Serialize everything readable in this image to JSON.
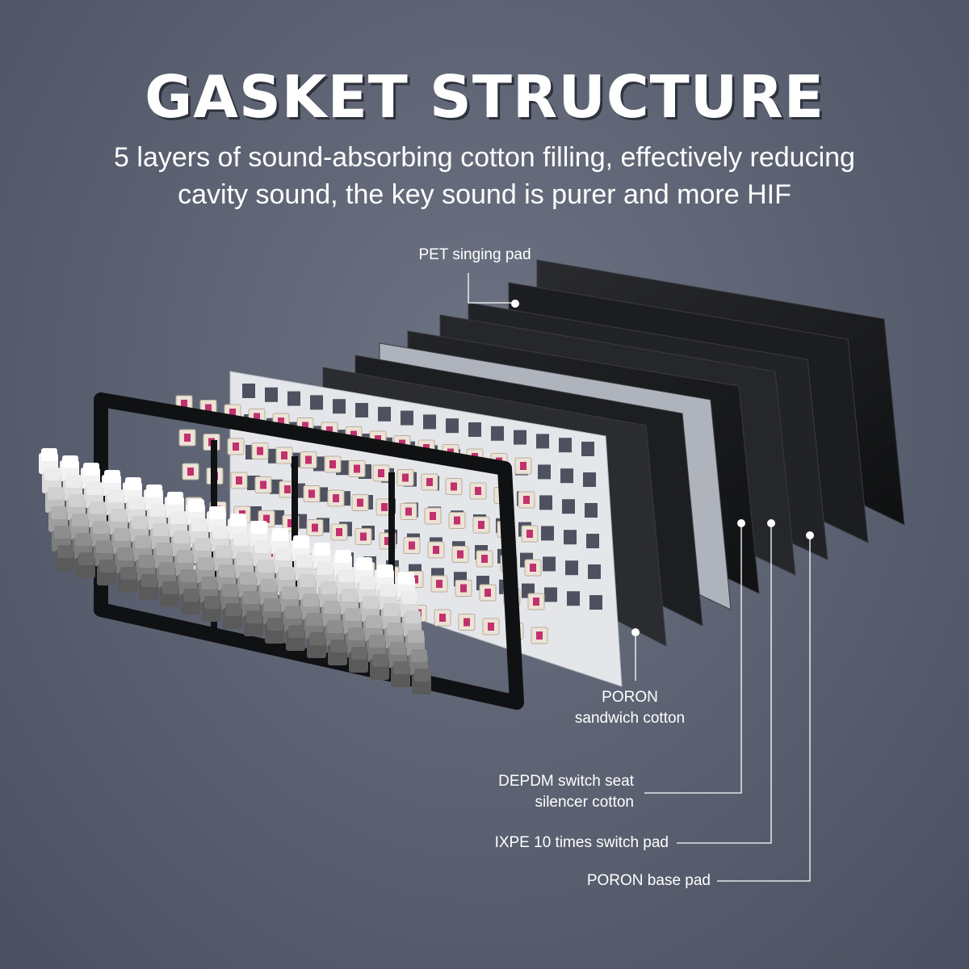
{
  "header": {
    "title": "GASKET STRUCTURE",
    "subtitle_line1": "5 layers of sound-absorbing cotton filling, effectively reducing",
    "subtitle_line2": "cavity sound, the key sound is purer and more HIF"
  },
  "labels": {
    "pet_pad": "PET singing pad",
    "poron_sandwich_line1": "PORON",
    "poron_sandwich_line2": "sandwich cotton",
    "depdm_line1": "DEPDM switch seat",
    "depdm_line2": "silencer cotton",
    "ixpe": "IXPE 10 times switch pad",
    "poron_base": "PORON base pad"
  },
  "colors": {
    "background": "#5f6575",
    "text": "#ffffff",
    "switch_stem": "#c2306e",
    "switch_housing": "#ece3d6",
    "plate": "#e4e6ea",
    "pcb": "#1b1c1f",
    "case": "#141516"
  }
}
